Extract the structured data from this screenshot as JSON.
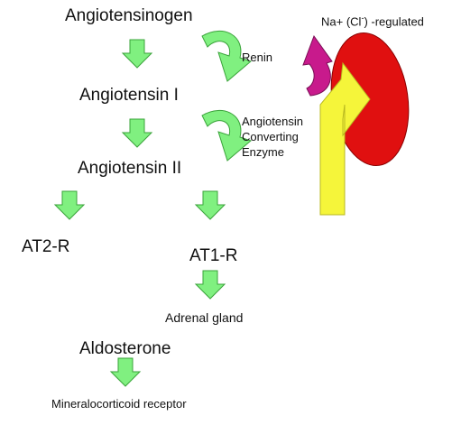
{
  "pathway": {
    "angiotensinogen": "Angiotensinogen",
    "angiotensin1": "Angiotensin I",
    "angiotensin2": "Angiotensin II",
    "at2r": "AT2-R",
    "at1r": "AT1-R",
    "adrenal_gland": "Adrenal gland",
    "aldosterone": "Aldosterone",
    "mineralocorticoid_receptor": "Mineralocorticoid receptor"
  },
  "enzymes": {
    "renin": "Renin",
    "ace_line1": "Angiotensin",
    "ace_line2": "Converting",
    "ace_line3": "Enzyme"
  },
  "kidney": {
    "label_prefix": "Na+ (Cl",
    "label_superscript": "-",
    "label_suffix": ") -regulated"
  },
  "colors": {
    "down_arrow_fill": "#80f080",
    "down_arrow_stroke": "#3aa33a",
    "curved_arrow_fill": "#80f080",
    "kidney_red": "#e01010",
    "yellow_arrow": "#f5f53a",
    "magenta_arrow": "#c81a8c"
  }
}
